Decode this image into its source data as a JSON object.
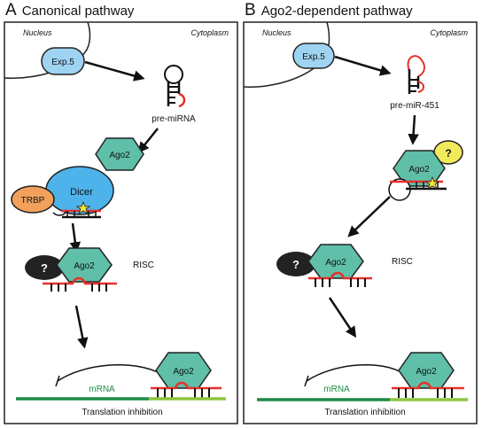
{
  "panels": [
    {
      "letter": "A",
      "title": "Canonical pathway",
      "nucleus": "Nucleus",
      "cytoplasm": "Cytoplasm",
      "exporter": "Exp.5",
      "precursor": "pre-miRNA",
      "dicer": "Dicer",
      "trbp": "TRBP",
      "ago_top": "Ago2",
      "unknown": "?",
      "ago_risc": "Ago2",
      "risc": "RISC",
      "mrna": "mRNA",
      "ago_target": "Ago2",
      "outcome": "Translation inhibition"
    },
    {
      "letter": "B",
      "title": "Ago2-dependent pathway",
      "nucleus": "Nucleus",
      "cytoplasm": "Cytoplasm",
      "exporter": "Exp.5",
      "precursor": "pre-miR-451",
      "ago_top": "Ago2",
      "unknown_top": "?",
      "unknown": "?",
      "ago_risc": "Ago2",
      "risc": "RISC",
      "mrna": "mRNA",
      "ago_target": "Ago2",
      "outcome": "Translation inhibition"
    }
  ],
  "colors": {
    "exporter": "#9fd3f2",
    "ago": "#5fbfa8",
    "dicer": "#4db3ea",
    "trbp": "#f2a15c",
    "unknown_dark": "#222222",
    "unknown_yellow": "#f1ea5a",
    "rna_red": "#e8302a",
    "mrna_dark": "#1d8a44",
    "mrna_light": "#8cc63f",
    "star": "#f5e53a"
  }
}
